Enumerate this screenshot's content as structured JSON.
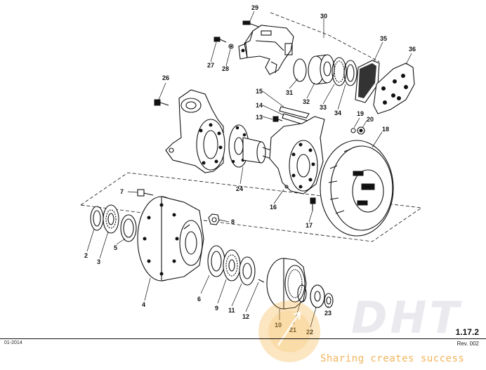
{
  "page": {
    "ref": "1.17.2",
    "revision": "Rev. 002",
    "doc_code": "01-2014"
  },
  "watermark": {
    "brand": "DHT",
    "tagline": "Sharing creates success",
    "accent_color": "#f5a623"
  },
  "callouts": [
    "2",
    "3",
    "4",
    "5",
    "6",
    "7",
    "8",
    "9",
    "10",
    "11",
    "12",
    "13",
    "14",
    "15",
    "16",
    "17",
    "18",
    "19",
    "20",
    "21",
    "22",
    "23",
    "24",
    "26",
    "27",
    "28",
    "29",
    "30",
    "31",
    "32",
    "33",
    "34",
    "35",
    "36"
  ]
}
